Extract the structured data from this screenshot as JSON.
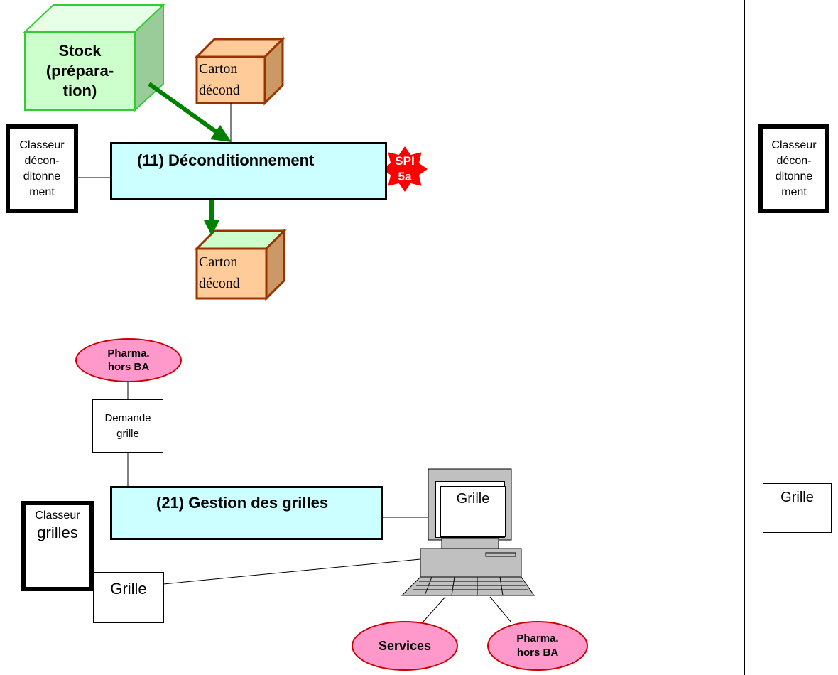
{
  "stock": {
    "line1": "Stock",
    "line2": "(prépara-",
    "line3": "tion)"
  },
  "carton_top": {
    "line1": "Carton",
    "line2": "décond"
  },
  "carton_bottom": {
    "line1": "Carton",
    "line2": "décond"
  },
  "process_11": {
    "label": "(11) Déconditionnement"
  },
  "spi_badge": {
    "line1": "SPI",
    "line2": "5a"
  },
  "binder_deconditionnement_left": {
    "lines": [
      "Classeur",
      "décon-",
      "ditonne",
      "ment"
    ]
  },
  "binder_deconditionnement_right": {
    "lines": [
      "Classeur",
      "décon-",
      "ditonne",
      "ment"
    ]
  },
  "pharma_top": {
    "line1": "Pharma.",
    "line2": "hors BA"
  },
  "demande_grille": {
    "line1": "Demande",
    "line2": "grille"
  },
  "process_21": {
    "label": "(21) Gestion des grilles"
  },
  "computer_screen": {
    "label": "Grille"
  },
  "binder_grilles": {
    "line1": "Classeur",
    "line2": "grilles"
  },
  "grille_doc_left": {
    "label": "Grille"
  },
  "grille_doc_right": {
    "label": "Grille"
  },
  "services": {
    "label": "Services"
  },
  "pharma_bottom": {
    "line1": "Pharma.",
    "line2": "hors BA"
  },
  "colors": {
    "process_fill": "#ccffff",
    "arrow": "#008000",
    "stock_fill": "#ccffcc",
    "carton_fill": "#ffcc99",
    "carton_border": "#993300",
    "spi_red": "#ff0000",
    "ellipse_fill": "#ff99cc",
    "computer_gray": "#c0c0c0"
  }
}
